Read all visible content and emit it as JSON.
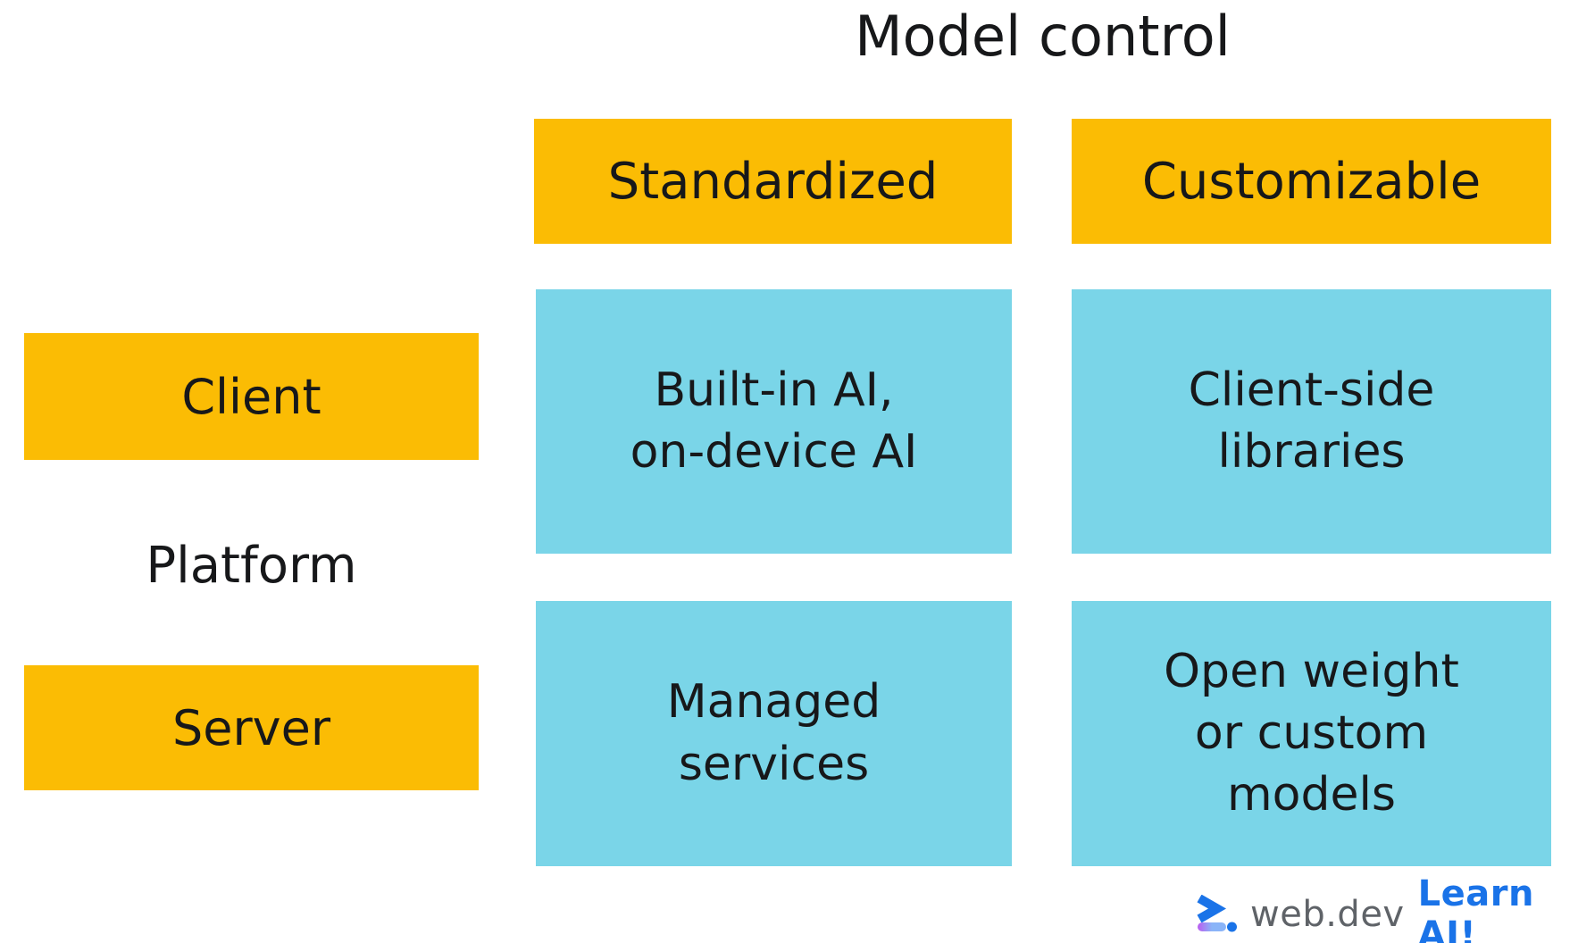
{
  "title": "Model control",
  "matrix": {
    "column_axis_label": "Model control",
    "row_axis_label": "Platform",
    "columns": [
      {
        "label": "Standardized"
      },
      {
        "label": "Customizable"
      }
    ],
    "rows": [
      {
        "label": "Client"
      },
      {
        "label": "Server"
      }
    ],
    "cells": [
      {
        "row": "Client",
        "column": "Standardized",
        "text": "Built-in AI,\non-device AI"
      },
      {
        "row": "Client",
        "column": "Customizable",
        "text": "Client-side\nlibraries"
      },
      {
        "row": "Server",
        "column": "Standardized",
        "text": "Managed\nservices"
      },
      {
        "row": "Server",
        "column": "Customizable",
        "text": "Open weight\nor custom\nmodels"
      }
    ]
  },
  "footer": {
    "brand": "web.dev",
    "campaign": "Learn AI!"
  },
  "theme": {
    "header_bg": "#FBBC04",
    "cell_bg": "#7AD5E8",
    "text_color": "#17181A",
    "brand_gray": "#5F6368",
    "brand_blue": "#1A73E8",
    "logo_purple": "#BB5CF0",
    "logo_light_blue": "#8AB4F8"
  }
}
